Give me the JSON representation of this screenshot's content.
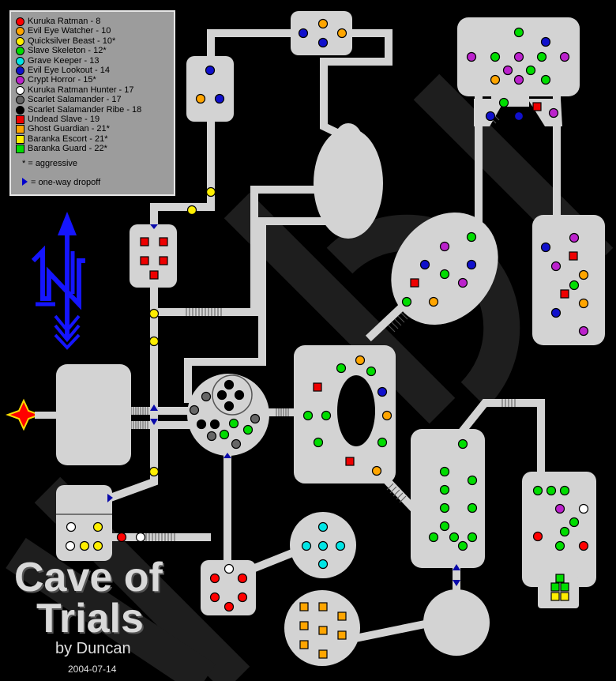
{
  "title_line1": "Cave of",
  "title_line2": "Trials",
  "byline": "by Duncan",
  "date": "2004-07-14",
  "legend": {
    "items": [
      {
        "shape": "circle",
        "color": "#ff0000",
        "label": "Kuruka Ratman - 8"
      },
      {
        "shape": "circle",
        "color": "#ffa500",
        "label": "Evil Eye Watcher - 10"
      },
      {
        "shape": "circle",
        "color": "#ffee00",
        "label": "Quicksilver Beast - 10*"
      },
      {
        "shape": "circle",
        "color": "#00dd00",
        "label": "Slave Skeleton - 12*"
      },
      {
        "shape": "circle",
        "color": "#00e5e5",
        "label": "Grave Keeper - 13"
      },
      {
        "shape": "circle",
        "color": "#1010cc",
        "label": "Evil Eye Lookout - 14"
      },
      {
        "shape": "circle",
        "color": "#bb22cc",
        "label": "Crypt Horror - 15*"
      },
      {
        "shape": "circle",
        "color": "#ffffff",
        "label": "Kuruka Ratman Hunter - 17"
      },
      {
        "shape": "circle",
        "color": "#666666",
        "label": "Scarlet Salamander - 17"
      },
      {
        "shape": "circle",
        "color": "#000000",
        "label": "Scarlet Salamander Ribe - 18"
      },
      {
        "shape": "square",
        "color": "#ee0000",
        "label": "Undead Slave - 19"
      },
      {
        "shape": "square",
        "color": "#ffa500",
        "label": "Ghost Guardian - 21*"
      },
      {
        "shape": "square",
        "color": "#ffee00",
        "label": "Baranka Escort - 21*"
      },
      {
        "shape": "square",
        "color": "#00dd00",
        "label": "Baranka Guard - 22*"
      }
    ],
    "aggressive_note": "* = aggressive",
    "dropoff_note": "= one-way dropoff"
  },
  "colors": {
    "background": "#000000",
    "floor": "#d3d3d3",
    "watermark": "#222222",
    "compass": "#1515ff",
    "entrance": "#ff0000",
    "entrance_border": "#ffdd00",
    "dropoff": "#0a0aaa"
  },
  "icons": {
    "compass": "north-compass-icon",
    "entrance": "entrance-star-icon",
    "dropoff": "one-way-dropoff-icon"
  }
}
